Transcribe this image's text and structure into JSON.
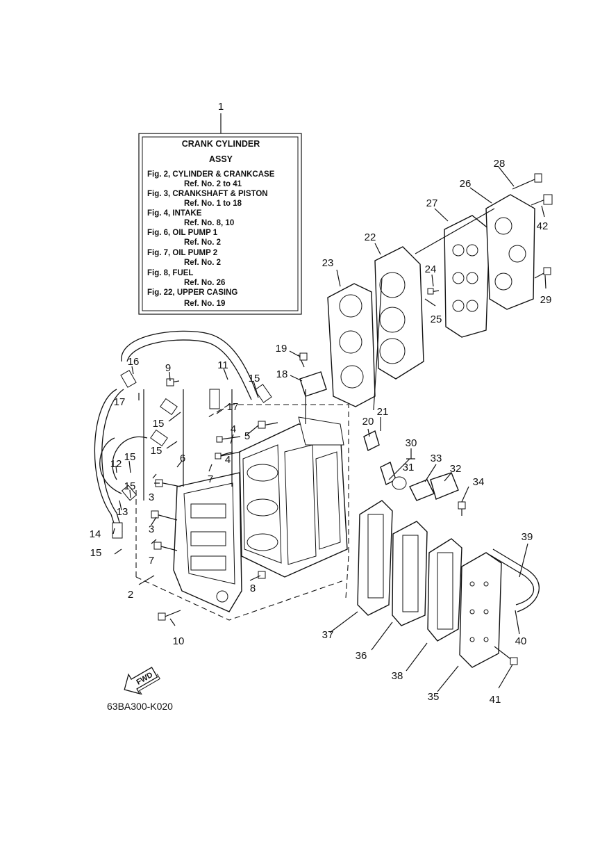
{
  "assembly_box": {
    "title_line1": "CRANK  CYLINDER",
    "title_line2": "ASSY",
    "lines": [
      "Fig. 2, CYLINDER & CRANKCASE",
      "Ref. No. 2 to 41",
      "Fig. 3, CRANKSHAFT & PISTON",
      "Ref. No. 1 to 18",
      "Fig. 4, INTAKE",
      "Ref. No. 8, 10",
      "Fig. 6, OIL PUMP 1",
      "Ref. No. 2",
      "Fig. 7, OIL PUMP 2",
      "Ref. No. 2",
      "Fig. 8, FUEL",
      "Ref. No. 26",
      "Fig. 22, UPPER CASING",
      "Ref. No. 19"
    ]
  },
  "callouts": [
    "1",
    "2",
    "3",
    "3",
    "4",
    "4",
    "5",
    "6",
    "7",
    "7",
    "8",
    "9",
    "10",
    "11",
    "12",
    "13",
    "14",
    "15",
    "15",
    "15",
    "15",
    "15",
    "15",
    "16",
    "17",
    "17",
    "18",
    "19",
    "20",
    "21",
    "22",
    "23",
    "24",
    "25",
    "26",
    "27",
    "28",
    "29",
    "30",
    "31",
    "32",
    "33",
    "34",
    "35",
    "36",
    "37",
    "38",
    "39",
    "40",
    "41",
    "42"
  ],
  "forward_label": "FWD",
  "diagram_code": "63BA300-K020"
}
